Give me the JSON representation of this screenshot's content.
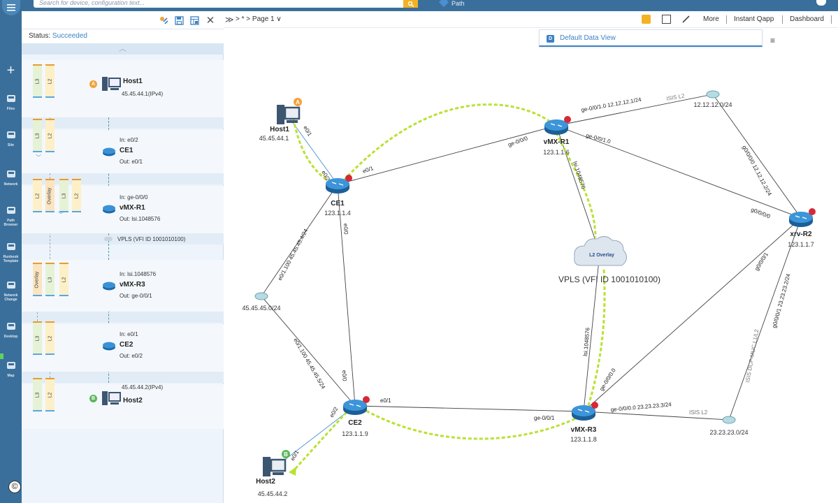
{
  "search": {
    "placeholder": "Search for device, configuration text..."
  },
  "top": {
    "path_label": "Path"
  },
  "nav": [
    {
      "name": "nav-add",
      "label": "",
      "icon": "plus-icon"
    },
    {
      "name": "nav-files",
      "label": "Files",
      "icon": "folder-icon"
    },
    {
      "name": "nav-site",
      "label": "Site",
      "icon": "site-icon"
    },
    {
      "name": "nav-network",
      "label": "Network",
      "icon": "network-icon"
    },
    {
      "name": "nav-path-browser",
      "label": "Path Browser",
      "icon": "path-icon"
    },
    {
      "name": "nav-runbook-template",
      "label": "Runbook Template",
      "icon": "runbook-icon"
    },
    {
      "name": "nav-network-change",
      "label": "Network Change",
      "icon": "change-icon"
    },
    {
      "name": "nav-desktop",
      "label": "Desktop",
      "icon": "desktop-icon"
    },
    {
      "name": "nav-map",
      "label": "Map",
      "icon": "map-icon"
    }
  ],
  "panel": {
    "status_label": "Status:",
    "status_value": "Succeeded",
    "hops": [
      {
        "device": "Host1",
        "line1": "45.45.44.1(IPv4)",
        "marker": "A",
        "layers": [
          "L3",
          "L2"
        ]
      },
      {
        "device": "CE1",
        "in": "In: e0/2",
        "out": "Out: e0/1",
        "layers": [
          "L3",
          "L2"
        ]
      },
      {
        "device": "vMX-R1",
        "in": "In: ge-0/0/0",
        "out": "Out: lsi.1048576",
        "layers": [
          "L2",
          "Overlay",
          "L3",
          "L2"
        ]
      },
      {
        "device": "vMX-R3",
        "in": "In: lsi.1048576",
        "out": "Out: ge-0/0/1",
        "layers": [
          "Overlay",
          "L3",
          "L2"
        ]
      },
      {
        "device": "CE2",
        "in": "In: e0/1",
        "out": "Out: e0/2",
        "layers": [
          "L3",
          "L2"
        ]
      },
      {
        "device": "Host2",
        "line1": "45.45.44.2(IPv4)",
        "marker": "B",
        "layers": [
          "L3",
          "L2"
        ]
      }
    ],
    "vpls_label": "VPLS (VFI ID 1001010100)"
  },
  "mainbar": {
    "breadcrumb": "> * > Page 1 ∨",
    "more": "More",
    "instant_qapp": "Instant Qapp",
    "dashboard": "Dashboard"
  },
  "dataview": {
    "label": "Default Data View"
  },
  "topology": {
    "devices": [
      {
        "name": "Host1",
        "ip": "45.45.44.1",
        "type": "host",
        "marker": "A"
      },
      {
        "name": "CE1",
        "ip": "123.1.1.4",
        "type": "router"
      },
      {
        "name": "vMX-R1",
        "ip": "123.1.1.6",
        "type": "router"
      },
      {
        "name": "xrv-R2",
        "ip": "123.1.1.7",
        "type": "router"
      },
      {
        "name": "vMX-R3",
        "ip": "123.1.1.8",
        "type": "router"
      },
      {
        "name": "CE2",
        "ip": "123.1.1.9",
        "type": "router"
      },
      {
        "name": "Host2",
        "ip": "45.45.44.2",
        "type": "host",
        "marker": "B"
      }
    ],
    "subnets": [
      "12.12.12.0/24",
      "45.45.45.0/24",
      "23.23.23.0/24"
    ],
    "cloud": {
      "label": "L2 Overlay",
      "caption": "VPLS (VFI ID 1001010100)"
    },
    "link_labels": [
      {
        "id": "h1-e01",
        "text": "e0/1"
      },
      {
        "id": "ce1-e02",
        "text": "e0/2"
      },
      {
        "id": "ce1-e01",
        "text": "e0/1"
      },
      {
        "id": "r1-ge000",
        "text": "ge-0/0/0"
      },
      {
        "id": "r1-ge0010",
        "text": "ge-0/0/1.0 12.12.12.1/24"
      },
      {
        "id": "isis-l2-top",
        "text": "ISIS L2"
      },
      {
        "id": "r1-ge001",
        "text": "ge-0/0/1.0"
      },
      {
        "id": "r1-lsi",
        "text": "lsi.1048576"
      },
      {
        "id": "r2-g000",
        "text": "g0/0/0/0 12.12.12.2/24"
      },
      {
        "id": "r2-g0000",
        "text": "g0/0/0/0"
      },
      {
        "id": "r2-g0001",
        "text": "g0/0/0/1"
      },
      {
        "id": "r2-g0001-23",
        "text": "g0/0/0/1 23.23.23.2/24"
      },
      {
        "id": "isis-dcp",
        "text": "ISIS DCP-MUC L1/L2"
      },
      {
        "id": "ce1-e01100",
        "text": "e0/1.100 45.45.45.4/24"
      },
      {
        "id": "ce1-e00",
        "text": "e0/0"
      },
      {
        "id": "ce2-e01100",
        "text": "e0/1.100 45.45.45.5/24"
      },
      {
        "id": "ce2-e00",
        "text": "e0/0"
      },
      {
        "id": "ce2-e01",
        "text": "e0/1"
      },
      {
        "id": "ce2-e02",
        "text": "e0/2"
      },
      {
        "id": "h2-e01",
        "text": "e0/1"
      },
      {
        "id": "r3-ge001",
        "text": "ge-0/0/1"
      },
      {
        "id": "r3-lsi",
        "text": "lsi.1048576"
      },
      {
        "id": "r3-ge000",
        "text": "ge-0/0/0.0"
      },
      {
        "id": "r3-ge0000",
        "text": "ge-0/0/0.0 23.23.23.3/24"
      },
      {
        "id": "isis-l2-bot",
        "text": "ISIS L2"
      }
    ]
  },
  "colors": {
    "nav_bg": "#3a6f9b",
    "accent": "#3b82c4",
    "path_highlight": "#b8e232",
    "marker_orange": "#f3a23a",
    "marker_green": "#5bb85b",
    "router": "#2f80c4",
    "link_error": "#d62836"
  }
}
